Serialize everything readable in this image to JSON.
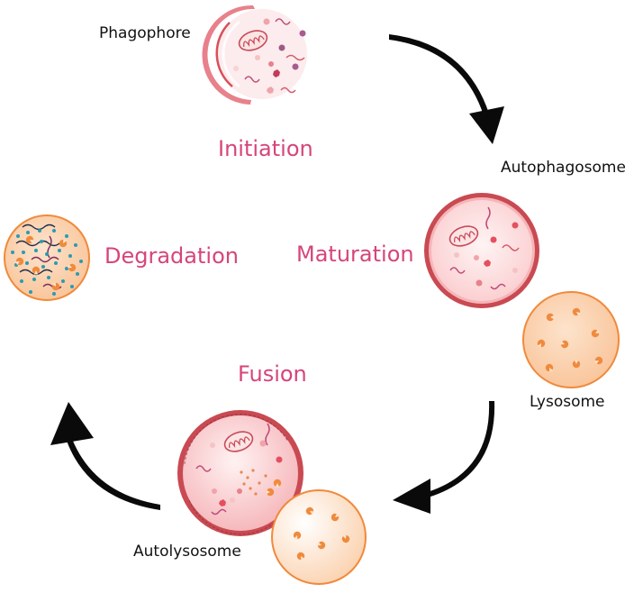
{
  "labels": {
    "phagophore": "Phagophore",
    "initiation": "Initiation",
    "autophagosome": "Autophagosome",
    "maturation": "Maturation",
    "lysosome": "Lysosome",
    "degradation": "Degradation",
    "fusion": "Fusion",
    "autolysosome": "Autolysosome"
  },
  "colors": {
    "stage_label": "#d6457a",
    "membrane_red": "#d9505a",
    "lysosome_orange": "#f08a3c",
    "arrow": "#0a0a0a"
  }
}
